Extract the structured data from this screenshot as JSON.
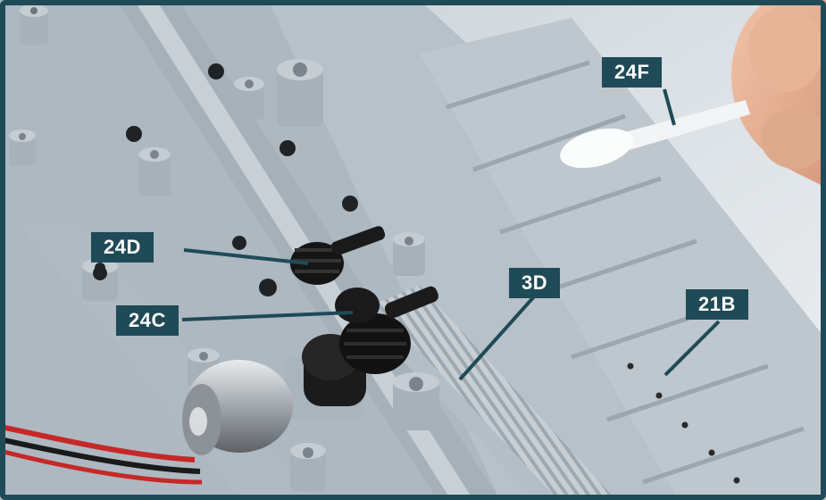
{
  "labels": {
    "l24f": "24F",
    "l24d": "24D",
    "l24c": "24C",
    "l3d": "3D",
    "l21b": "21B"
  },
  "colors": {
    "frame": "#1f4a57",
    "label_bg": "#1f4a57",
    "plastic": "#b9c3cb",
    "gear": "#1a1a1a"
  }
}
